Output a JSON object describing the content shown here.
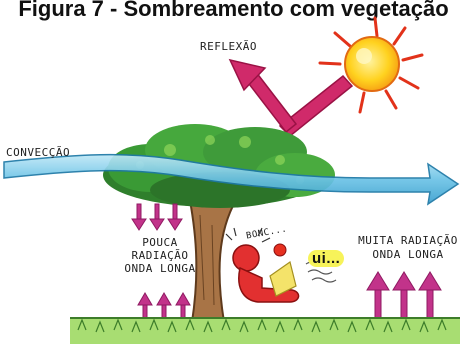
{
  "title": "Figura 7 - Sombreamento com vegetação",
  "labels": {
    "reflexao": "REFLEXÃO",
    "conveccao": "CONVECÇÃO",
    "pouca_l1": "POUCA",
    "pouca_l2": "RADIAÇÃO",
    "pouca_l3": "ONDA LONGA",
    "muita_l1": "MUITA RADIAÇÃO",
    "muita_l2": "ONDA LONGA",
    "bonc": "BONC...",
    "ui": "ui..."
  },
  "colors": {
    "sun_core": "#ffd21f",
    "sun_ray": "#f15a24",
    "arrow_radiation": "#c2338a",
    "convection": "#7fcde8",
    "foliage": "#3f9b3a",
    "trunk": "#9a6a3f",
    "grass": "#8ccf5a"
  }
}
